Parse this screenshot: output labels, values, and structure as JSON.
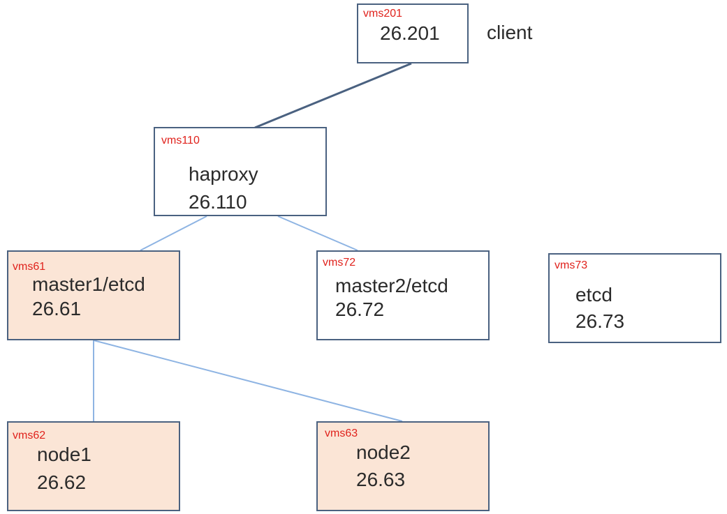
{
  "nodes": {
    "vms201": {
      "host": "vms201",
      "role": "",
      "ip": "26.201",
      "shaded": false
    },
    "vms110": {
      "host": "vms110",
      "role": "haproxy",
      "ip": "26.110",
      "shaded": false
    },
    "vms61": {
      "host": "vms61",
      "role": "master1/etcd",
      "ip": "26.61",
      "shaded": true
    },
    "vms72": {
      "host": "vms72",
      "role": "master2/etcd",
      "ip": "26.72",
      "shaded": false
    },
    "vms73": {
      "host": "vms73",
      "role": "etcd",
      "ip": "26.73",
      "shaded": false
    },
    "vms62": {
      "host": "vms62",
      "role": "node1",
      "ip": "26.62",
      "shaded": true
    },
    "vms63": {
      "host": "vms63",
      "role": "node2",
      "ip": "26.63",
      "shaded": true
    }
  },
  "client_label": "client",
  "edges": [
    {
      "from": "vms201",
      "to": "vms110",
      "color": "#4a6180"
    },
    {
      "from": "vms110",
      "to": "vms61",
      "color": "#8eb4e3"
    },
    {
      "from": "vms110",
      "to": "vms72",
      "color": "#8eb4e3"
    },
    {
      "from": "vms61",
      "to": "vms62",
      "color": "#8eb4e3"
    },
    {
      "from": "vms61",
      "to": "vms63",
      "color": "#8eb4e3"
    }
  ],
  "colors": {
    "box_border": "#4a6180",
    "shaded_fill": "#fbe5d6",
    "host_label": "#e0221c"
  }
}
